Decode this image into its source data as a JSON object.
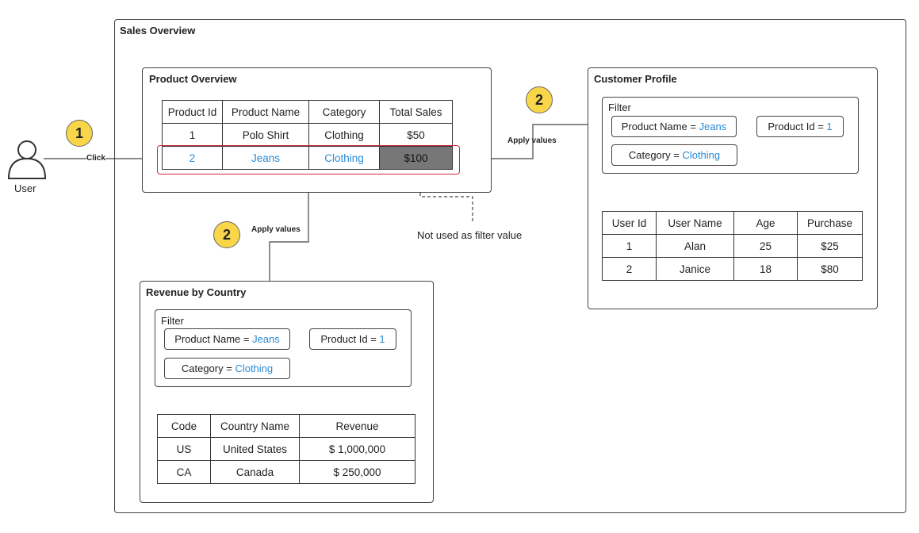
{
  "sales_overview": {
    "title": "Sales Overview"
  },
  "user": {
    "label": "User"
  },
  "click_label": "Click",
  "badges": {
    "one": "1",
    "two_a": "2",
    "two_b": "2"
  },
  "product_overview": {
    "title": "Product Overview",
    "headers": [
      "Product Id",
      "Product Name",
      "Category",
      "Total Sales"
    ],
    "rows": [
      [
        "1",
        "Polo Shirt",
        "Clothing",
        "$50"
      ],
      [
        "2",
        "Jeans",
        "Clothing",
        "$100"
      ]
    ]
  },
  "apply_values": "Apply values",
  "not_used_note": "Not used as filter value",
  "customer_profile": {
    "title": "Customer Profile",
    "filter": {
      "label": "Filter",
      "chips": {
        "product_name": {
          "key": "Product Name = ",
          "value": "Jeans"
        },
        "product_id": {
          "key": "Product Id = ",
          "value": "1"
        },
        "category": {
          "key": "Category = ",
          "value": "Clothing"
        }
      }
    },
    "headers": [
      "User Id",
      "User Name",
      "Age",
      "Purchase"
    ],
    "rows": [
      [
        "1",
        "Alan",
        "25",
        "$25"
      ],
      [
        "2",
        "Janice",
        "18",
        "$80"
      ]
    ]
  },
  "revenue_by_country": {
    "title": "Revenue by Country",
    "filter": {
      "label": "Filter",
      "chips": {
        "product_name": {
          "key": "Product Name = ",
          "value": "Jeans"
        },
        "product_id": {
          "key": "Product Id = ",
          "value": "1"
        },
        "category": {
          "key": "Category = ",
          "value": "Clothing"
        }
      }
    },
    "headers": [
      "Code",
      "Country Name",
      "Revenue"
    ],
    "rows": [
      [
        "US",
        "United States",
        "$ 1,000,000"
      ],
      [
        "CA",
        "Canada",
        "$ 250,000"
      ]
    ]
  },
  "colors": {
    "highlight_border": "#d0283a",
    "value_blue": "#2a8ad6",
    "badge_yellow": "#f9d649",
    "dark_cell": "#777777"
  }
}
